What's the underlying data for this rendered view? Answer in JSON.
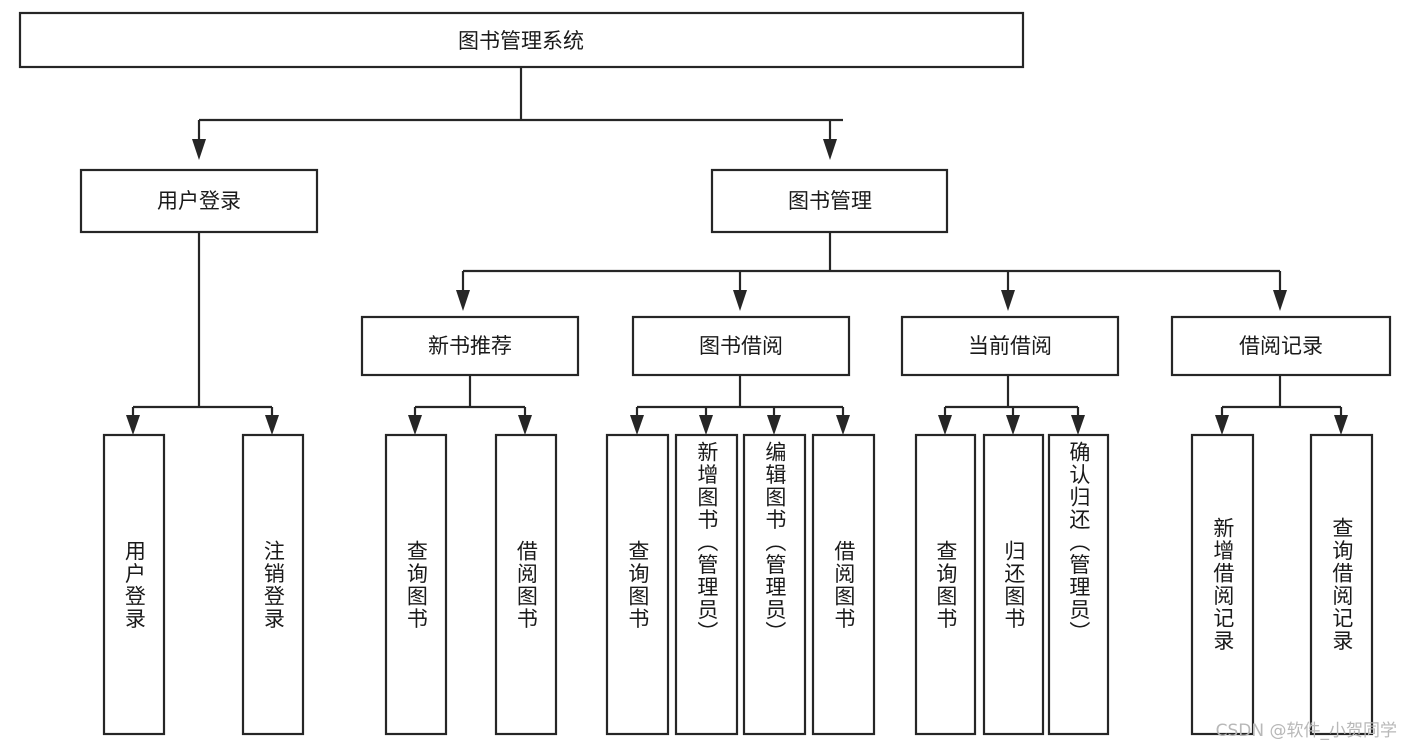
{
  "diagram": {
    "type": "tree",
    "title": "图书管理系统",
    "watermark": "CSDN @软件_小贺同学",
    "colors": {
      "stroke": "#262626",
      "fill": "#ffffff",
      "text": "#1a1a1a",
      "watermark": "#b8b8b8"
    },
    "levels": {
      "root": {
        "label": "图书管理系统"
      },
      "level2": [
        {
          "label": "用户登录"
        },
        {
          "label": "图书管理"
        }
      ],
      "level3": [
        {
          "label": "新书推荐"
        },
        {
          "label": "图书借阅"
        },
        {
          "label": "当前借阅"
        },
        {
          "label": "借阅记录"
        }
      ]
    },
    "leaves": {
      "user_login": [
        {
          "label": "用户登录"
        },
        {
          "label": "注销登录"
        }
      ],
      "new_book_recommend": [
        {
          "label": "查询图书"
        },
        {
          "label": "借阅图书"
        }
      ],
      "book_borrow": [
        {
          "label": "查询图书"
        },
        {
          "label": "新增图书（管理员）"
        },
        {
          "label": "编辑图书（管理员）"
        },
        {
          "label": "借阅图书"
        }
      ],
      "current_borrow": [
        {
          "label": "查询图书"
        },
        {
          "label": "归还图书"
        },
        {
          "label": "确认归还（管理员）"
        }
      ],
      "borrow_record": [
        {
          "label": "新增借阅记录"
        },
        {
          "label": "查询借阅记录"
        }
      ]
    }
  }
}
